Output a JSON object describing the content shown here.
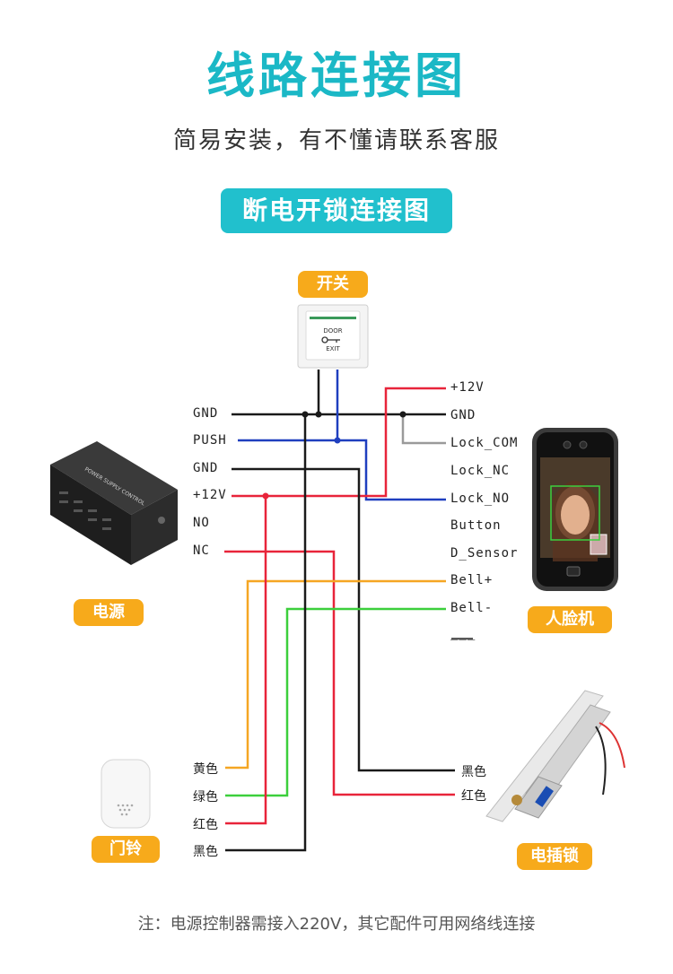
{
  "title": "线路连接图",
  "subtitle": "简易安装，有不懂请联系客服",
  "banner": "断电开锁连接图",
  "components": {
    "switch": "开关",
    "power": "电源",
    "face_machine": "人脸机",
    "doorbell": "门铃",
    "electric_lock": "电插锁"
  },
  "switch_labels": {
    "door": "DOOR",
    "exit": "EXIT"
  },
  "power_label": "POWER SUPPLY CONTROL",
  "power_terminals": [
    "GND",
    "PUSH",
    "GND",
    "+12V",
    "NO",
    "NC"
  ],
  "face_terminals": [
    "+12V",
    "GND",
    "Lock_COM",
    "Lock_NC",
    "Lock_NO",
    "Button",
    "D_Sensor",
    "Bell+",
    "Bell-",
    "___"
  ],
  "bell_wires": [
    "黄色",
    "绿色",
    "红色",
    "黑色"
  ],
  "lock_wires": [
    "黑色",
    "红色"
  ],
  "wire_colors": {
    "black": "#1a1a1a",
    "blue": "#1f3fbf",
    "red": "#e8243a",
    "gray": "#9a9a9a",
    "yellow": "#f5a623",
    "green": "#3ccf3c"
  },
  "note": "注：电源控制器需接入220V，其它配件可用网络线连接"
}
